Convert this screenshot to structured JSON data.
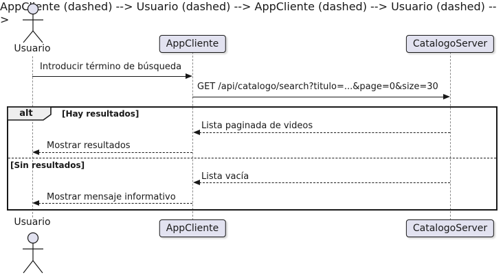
{
  "diagram_type": "uml-sequence",
  "participants": {
    "usuario": "Usuario",
    "appcliente": "AppCliente",
    "catalogoserver": "CatalogoServer"
  },
  "frame": {
    "keyword": "alt",
    "guard_primary": "[Hay resultados]",
    "guard_else": "[Sin resultados]"
  },
  "messages": {
    "m1": "Introducir término de búsqueda",
    "m2": "GET /api/catalogo/search?titulo=...&page=0&size=30",
    "m3": "Lista paginada de videos",
    "m4": "Mostrar resultados",
    "m5": "Lista vacía",
    "m6": "Mostrar mensaje informativo"
  },
  "colors": {
    "participant_fill": "#E2E2F0",
    "stroke": "#181818",
    "frame_label_fill": "#EEEEEE",
    "lifeline": "#8A8A8A",
    "background": "#FFFFFF"
  }
}
